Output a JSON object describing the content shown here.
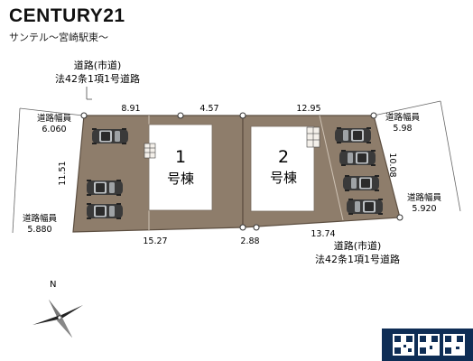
{
  "header": {
    "brand": "CENTURY21",
    "subtitle": "サンテル〜宮崎駅東〜"
  },
  "roads": {
    "top": {
      "line1": "道路(市道)",
      "line2": "法42条1項1号道路"
    },
    "bottom": {
      "line1": "道路(市道)",
      "line2": "法42条1項1号道路"
    },
    "left_top": {
      "label": "道路幅員",
      "value": "6.060"
    },
    "left_bottom": {
      "label": "道路幅員",
      "value": "5.880"
    },
    "right_top": {
      "label": "道路幅員",
      "value": "5.98"
    },
    "right_bottom": {
      "label": "道路幅員",
      "value": "5.920"
    }
  },
  "dimensions": {
    "top_left": "8.91",
    "top_mid": "4.57",
    "top_right": "12.95",
    "left_side": "11.51",
    "right_side": "10.08",
    "bottom_left": "15.27",
    "bottom_mid": "2.88",
    "bottom_right": "13.74"
  },
  "buildings": [
    {
      "number": "1",
      "label": "号棟"
    },
    {
      "number": "2",
      "label": "号棟"
    }
  ],
  "compass": {
    "north_label": "N"
  },
  "colors": {
    "lot_fill": "#8e7d6b",
    "lot_edge": "#5c4e40",
    "house_fill": "#ffffff",
    "car_color": "#3a3a3a",
    "qr_bg": "#0e2d55"
  }
}
